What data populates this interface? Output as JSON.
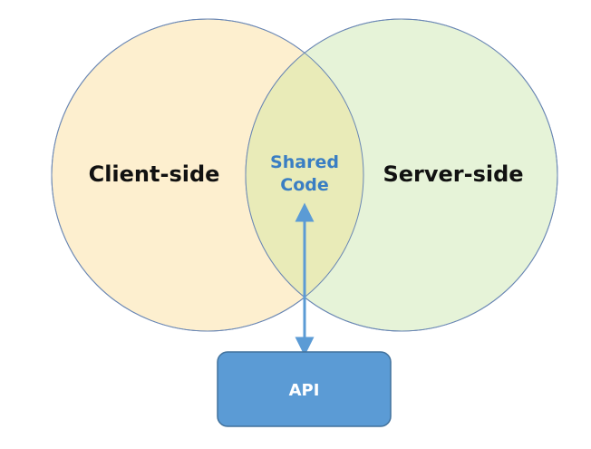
{
  "diagram": {
    "left_circle": {
      "label": "Client-side",
      "fill": "#fdefcf",
      "stroke": "#6a87b4"
    },
    "right_circle": {
      "label": "Server-side",
      "fill": "#e6f3d8",
      "stroke": "#6a87b4"
    },
    "intersection": {
      "label_line1": "Shared",
      "label_line2": "Code",
      "fill": "#e9ebb8",
      "label_color": "#3a7ec3"
    },
    "api_box": {
      "label": "API",
      "fill": "#5b9bd5",
      "stroke": "#41719c",
      "label_color": "#ffffff"
    },
    "arrow": {
      "color": "#5b9bd5"
    }
  }
}
